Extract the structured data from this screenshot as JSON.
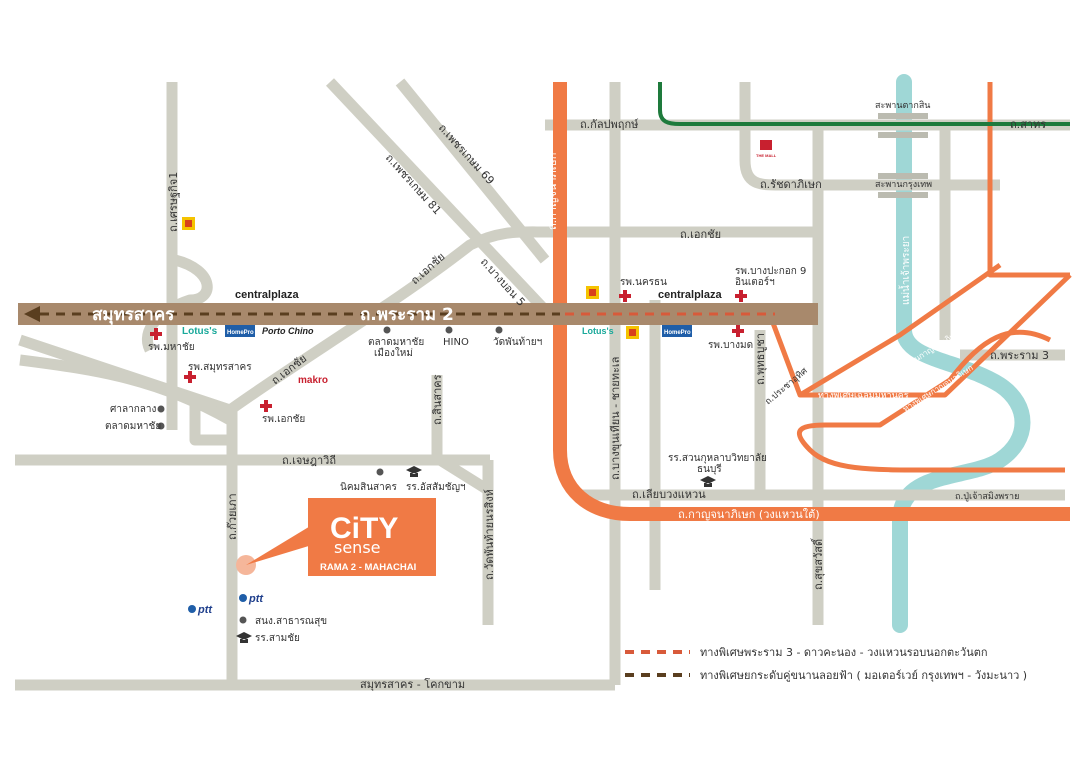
{
  "colors": {
    "road": "#cfcfc4",
    "orange_road": "#f07a45",
    "river": "#9fd7d6",
    "brown_road": "#a8896c",
    "dash_brown": "#5a3e1f",
    "dash_red": "#d85a3a",
    "green_line": "#1e7a3c",
    "hospital": "#c8202f",
    "callout": "#f07a45",
    "dot": "#555555"
  },
  "roads": {
    "rama2": "ถ.พระราม 2",
    "samutsakhon": "สมุทรสาคร",
    "kalpaphruek": "ถ.กัลปพฤกษ์",
    "sathon": "ถ.สาทร",
    "ratchadaphisek": "ถ.รัชดาภิเษก",
    "ekkachai_top": "ถ.เอกชัย",
    "ekkachai_mid": "ถ.เอกชัย",
    "ekkachai_left": "ถ.เอกชัย",
    "phetkasem81": "ถ.เพชรเกษม 81",
    "phetkasem69": "ถ.เพชรเกษม 69",
    "bangbon5": "ถ.บางบอน 5",
    "kanchanaphisek": "ถ.กาญจนาภิเษก",
    "kanchanaphisek_south": "ถ.กาญจนาภิเษก (วงแหวนใต้)",
    "setthakit1": "ถ.เศรษฐกิจ1",
    "chetsadawithi": "ถ.เจษฎาวิถี",
    "sinsakhon": "ถ.สินสาคร",
    "kokkhwai": "ถ.ก๊วยเภา",
    "wat_phanthai": "ถ.วัดพันท้ายนรสิงห์",
    "bangkhunthian": "ถ.บางขุนเทียน - ชายทะเล",
    "liap_wongwaen": "ถ.เลียบวงแหวน",
    "phutthabucha": "ถ.พุทธบูชา",
    "pracha_uthit": "ถ.ประชาอุทิศ",
    "suksawat": "ถ.สุขสวัสดิ์",
    "rama3": "ถ.พระราม 3",
    "pu_chao": "ถ.ปู่เจ้าสมิงพราย",
    "samut_khokkham": "สมุทรสาคร - โคกขาม",
    "chaloem_mahanakhon": "ทางพิเศษเฉลิมมหานคร",
    "expressway_s9": "สะพานกาญจนาภิเษก",
    "outer_ring": "ทางพิเศษกาญจนาภิเษก",
    "river": "แม่น้ำเจ้าพระยา",
    "taksin_bridge": "สะพานตากสิน",
    "krungthep_bridge": "สะพานกรุงเทพ"
  },
  "places": {
    "central_plaza_left": "centralplaza",
    "central_plaza_right": "centralplaza",
    "lotus_left": "Lotus's",
    "lotus_right": "Lotus's",
    "homepro": "HomePro",
    "porto_chino": "Porto Chino",
    "makro": "makro",
    "the_mall": "THE MALL",
    "hosp_mahachai": "รพ.มหาชัย",
    "hosp_samutsakhon": "รพ.สมุทรสาคร",
    "hosp_ekkachai": "รพ.เอกชัย",
    "hosp_nakhonthon": "รพ.นครธน",
    "hosp_bangpakok": "รพ.บางปะกอก 9\nอินเตอร์ฯ",
    "hosp_bangpakok_l1": "รพ.บางปะกอก 9",
    "hosp_bangpakok_l2": "อินเตอร์ฯ",
    "hosp_bangmot": "รพ.บางมด",
    "market_mahachai_l1": "ตลาดมหาชัย",
    "market_mahachai_l2": "เมืองใหม่",
    "hino": "HINO",
    "wat_phanthai": "วัดพันท้ายฯ",
    "sala_klang": "ศาลากลาง",
    "talat_mahachai": "ตลาดมหาชัย",
    "nikhom": "นิคมสินสาคร",
    "school_assumption": "รร.อัสสัมชัญฯ",
    "school_suankulap_l1": "รร.สวนกุหลาบวิทยาลัย",
    "school_suankulap_l2": "ธนบุรี",
    "ptt1": "ptt",
    "ptt2": "ptt",
    "health_station": "สนง.สาธารณสุข",
    "school_samchai": "รร.สามชัย"
  },
  "callout": {
    "brand_top": "CiTY",
    "brand_bottom": "sense",
    "subtitle": "RAMA 2 - MAHACHAI"
  },
  "legend": {
    "item1": "ทางพิเศษพระราม 3 - ดาวคะนอง - วงแหวนรอบนอกตะวันตก",
    "item2": "ทางพิเศษยกระดับคู่ขนานลอยฟ้า ( มอเตอร์เวย์ กรุงเทพฯ - วังมะนาว )"
  }
}
